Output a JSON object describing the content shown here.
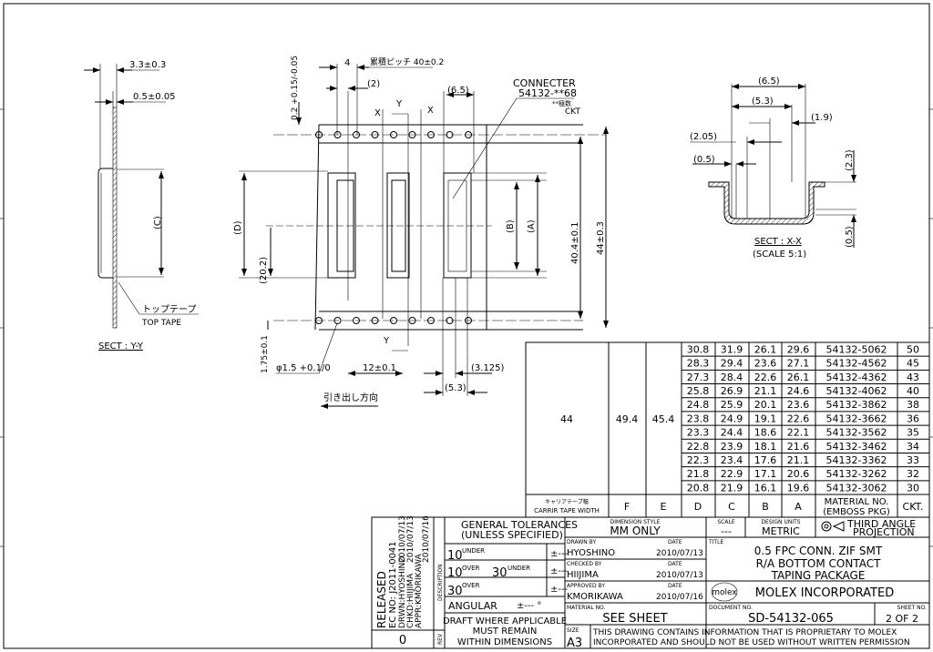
{
  "views": {
    "sect_yy": {
      "dim_top": "3.3±0.3",
      "dim_thickness": "0.5±0.05",
      "dim_c": "(C)",
      "top_tape_jp": "トップテープ",
      "top_tape": "TOP TAPE",
      "title": "SECT : Y-Y"
    },
    "main": {
      "pitch_4": "4",
      "cumulative_pitch": "累積ピッチ 40±0.2",
      "dim_2": "(2)",
      "dim_02": "0.2 +0.15/-0.05",
      "dim_65": "(6.5)",
      "connector_label": "CONNECTER",
      "connector_part": "54132-**68",
      "ckt_note_jp": "**極数",
      "ckt_note": "CKT",
      "label_x": "X",
      "label_y": "Y",
      "dim_d": "(D)",
      "dim_202": "(20.2)",
      "dim_b": "(B)",
      "dim_a": "(A)",
      "dim_404": "40.4±0.1",
      "dim_44": "44±0.3",
      "dim_175": "1.75±0.1",
      "hole_dia": "φ1.5 +0.1/0",
      "dim_12": "12±0.1",
      "dim_3125": "(3.125)",
      "dim_53": "(5.3)",
      "pull_direction": "引き出し方向"
    },
    "sect_xx": {
      "dim_65": "(6.5)",
      "dim_53": "(5.3)",
      "dim_19": "(1.9)",
      "dim_205": "(2.05)",
      "dim_05": "(0.5)",
      "dim_23": "(2.3)",
      "dim_05b": "(0.5)",
      "title": "SECT : X-X",
      "scale": "(SCALE 5:1)"
    }
  },
  "table": {
    "carrier_tape_width": "44",
    "f": "49.4",
    "e": "45.4",
    "rows": [
      {
        "d": "30.8",
        "c": "31.9",
        "b": "26.1",
        "a": "29.6",
        "material": "54132-5062",
        "ckt": "50"
      },
      {
        "d": "28.3",
        "c": "29.4",
        "b": "23.6",
        "a": "27.1",
        "material": "54132-4562",
        "ckt": "45"
      },
      {
        "d": "27.3",
        "c": "28.4",
        "b": "22.6",
        "a": "26.1",
        "material": "54132-4362",
        "ckt": "43"
      },
      {
        "d": "25.8",
        "c": "26.9",
        "b": "21.1",
        "a": "24.6",
        "material": "54132-4062",
        "ckt": "40"
      },
      {
        "d": "24.8",
        "c": "25.9",
        "b": "20.1",
        "a": "23.6",
        "material": "54132-3862",
        "ckt": "38"
      },
      {
        "d": "23.8",
        "c": "24.9",
        "b": "19.1",
        "a": "22.6",
        "material": "54132-3662",
        "ckt": "36"
      },
      {
        "d": "23.3",
        "c": "24.4",
        "b": "18.6",
        "a": "22.1",
        "material": "54132-3562",
        "ckt": "35"
      },
      {
        "d": "22.8",
        "c": "23.9",
        "b": "18.1",
        "a": "21.6",
        "material": "54132-3462",
        "ckt": "34"
      },
      {
        "d": "22.3",
        "c": "23.4",
        "b": "17.6",
        "a": "21.1",
        "material": "54132-3362",
        "ckt": "33"
      },
      {
        "d": "21.8",
        "c": "22.9",
        "b": "17.1",
        "a": "20.6",
        "material": "54132-3262",
        "ckt": "32"
      },
      {
        "d": "20.8",
        "c": "21.9",
        "b": "16.1",
        "a": "19.6",
        "material": "54132-3062",
        "ckt": "30"
      }
    ],
    "headers": {
      "carrier_jp": "キャリアテープ幅",
      "carrier": "CARRIR TAPE WIDTH",
      "f": "F",
      "e": "E",
      "d": "D",
      "c": "C",
      "b": "B",
      "a": "A",
      "material1": "MATERIAL NO.",
      "material2": "(EMBOSS PKG)",
      "ckt": "CKT."
    }
  },
  "title_block": {
    "released": "RELEASED",
    "ec_no": "EC NO: J2011-0041",
    "drwn": "DRWN:HYOSHINO",
    "chkd": "CHKD:HIIJIMA",
    "appr": "APPR:KMORIKAWA",
    "date1": "2010/07/13",
    "date2": "2010/07/13",
    "date3": "2010/07/16",
    "description_label": "DESCRIPTION",
    "rev_label": "REV",
    "rev": "0",
    "gen_tol1": "GENERAL TOLERANCES",
    "gen_tol2": "(UNLESS SPECIFIED)",
    "tol_10": "10",
    "tol_under": "UNDER",
    "tol_over": "OVER",
    "tol_30": "30",
    "tol_val": "±---",
    "angular": "ANGULAR",
    "angular_val": "±--- °",
    "draft1": "DRAFT WHERE APPLICABLE",
    "draft2": "MUST REMAIN",
    "draft3": "WITHIN DIMENSIONS",
    "dim_style_label": "DIMENSION STYLE",
    "dim_style": "MM ONLY",
    "scale_label": "SCALE",
    "scale": "---",
    "design_units_label": "DESIGN UNITS",
    "design_units": "METRIC",
    "projection1": "THIRD ANGLE",
    "projection2": "PROJECTION",
    "drawn_by_label": "DRAWN BY",
    "drawn_by": "HYOSHINO",
    "drawn_date": "2010/07/13",
    "checked_by_label": "CHECKED BY",
    "checked_by": "HIIJIMA",
    "checked_date": "2010/07/13",
    "approved_by_label": "APPROVED BY",
    "approved_by": "KMORIKAWA",
    "approved_date": "2010/07/16",
    "date_label": "DATE",
    "title_label": "TITLE",
    "title1": "0.5 FPC CONN. ZIF SMT",
    "title2": "R/A BOTTOM CONTACT",
    "title3": "TAPING PACKAGE",
    "logo": "molex",
    "company": "MOLEX INCORPORATED",
    "material_label": "MATERIAL NO.",
    "material": "SEE SHEET",
    "document_label": "DOCUMENT NO.",
    "document": "SD-54132-065",
    "sheet_label": "SHEET NO.",
    "sheet": "2 OF 2",
    "size_label": "SIZE",
    "size": "A3",
    "proprietary1": "THIS DRAWING CONTAINS INFORMATION THAT IS PROPRIETARY TO MOLEX",
    "proprietary2": "INCORPORATED AND SHOULD NOT BE USED WITHOUT WRITTEN PERMISSION"
  }
}
